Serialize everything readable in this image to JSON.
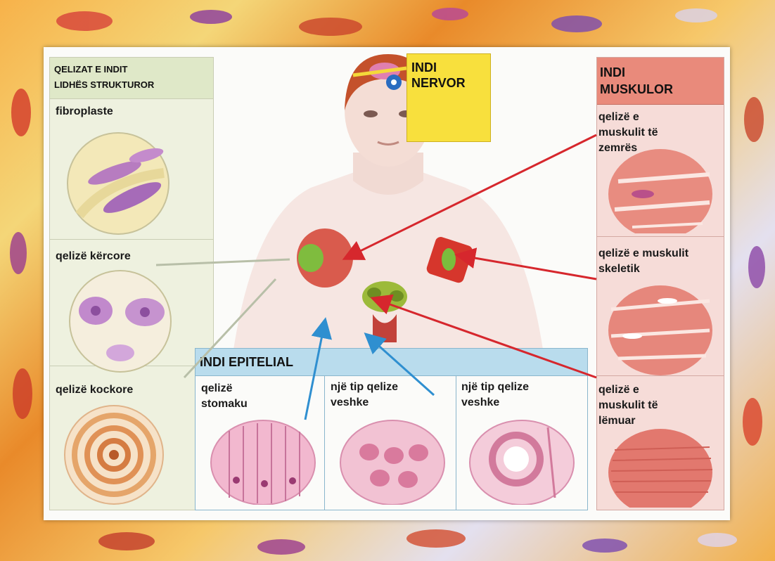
{
  "left_column": {
    "title_line1": "QELIZAT E INDIT",
    "title_line2": "LIDHËS STRUKTUROR",
    "items": [
      {
        "label": "fibroplaste"
      },
      {
        "label": "qelizë kërcore"
      },
      {
        "label": "qelizë kockore"
      }
    ]
  },
  "nervous": {
    "title_line1": "INDI",
    "title_line2": "NERVOR"
  },
  "right_column": {
    "title_line1": "INDI",
    "title_line2": "MUSKULOR",
    "items": [
      {
        "lines": [
          "qelizë e",
          "muskulit të",
          "zemrës"
        ]
      },
      {
        "lines": [
          "qelizë e muskulit",
          "skeletik"
        ]
      },
      {
        "lines": [
          "qelizë e",
          "muskulit të",
          "lëmuar"
        ]
      }
    ]
  },
  "epithelial": {
    "title": "INDI EPITELIAL",
    "items": [
      {
        "lines": [
          "qelizë",
          "stomaku"
        ]
      },
      {
        "lines": [
          "një tip qelize",
          "veshke"
        ]
      },
      {
        "lines": [
          "një tip qelize",
          "veshke"
        ]
      }
    ]
  },
  "colors": {
    "connective_panel": "#eef1df",
    "nervous_box": "#f8e03d",
    "muscle_header": "#e98a7b",
    "epithelial_header": "#b9dced",
    "arrow_red": "#d6272d",
    "arrow_blue": "#2f8fd0",
    "arrow_gray": "#b8bfa8"
  }
}
